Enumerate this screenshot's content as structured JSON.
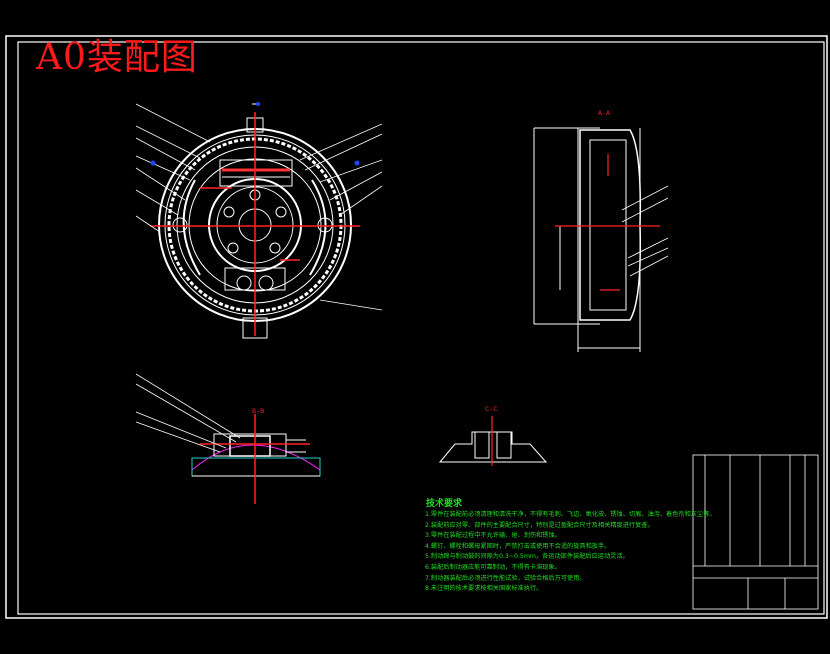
{
  "title": "A0装配图",
  "section_labels": {
    "top": "A-A",
    "lower_left": "B-B",
    "lower_mid": "C-C"
  },
  "notes": {
    "heading": "技术要求",
    "lines": [
      "1.零件在装配前必须清理和清洗干净，不得有毛刺、飞边、氧化皮、锈蚀、切屑、油污、着色剂和灰尘等。",
      "2.装配前应对零、部件的主要配合尺寸，特别是过盈配合尺寸及相关精度进行复查。",
      "3.零件在装配过程中不允许磕、碰、划伤和锈蚀。",
      "4.螺钉、螺栓和螺母紧固时，严禁打击或使用不合适的旋具和扳手。",
      "5.制动蹄与制动鼓的间隙为0.3~0.5mm，各运动部件装配后应运动灵活。",
      "6.装配后制动器应能可靠制动，不得有卡滞现象。",
      "7.制动器装配后必须进行性能试验，试验合格后方可使用。",
      "8.未注明的技术要求按相关国家标准执行。"
    ]
  },
  "colors": {
    "background": "#000000",
    "frame": "#ffffff",
    "title": "#ff1a1a",
    "center_line": "#ff2222",
    "notes": "#22dd22",
    "section_fill": "#ff22ff",
    "hatch_cyan": "#22cccc",
    "marker_blue": "#2244ff"
  }
}
